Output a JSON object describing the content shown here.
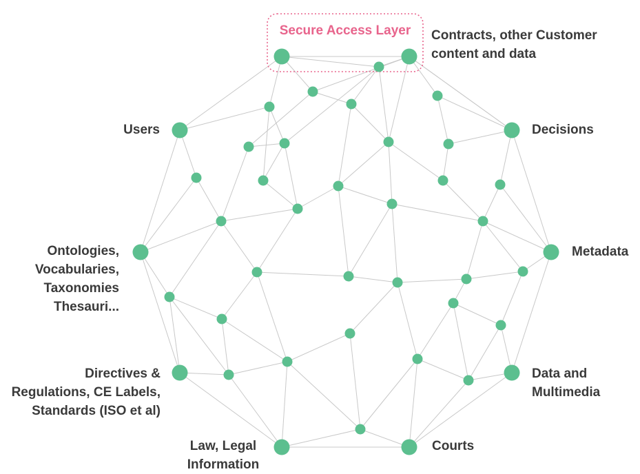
{
  "highlight_label": "Secure Access Layer",
  "labels": {
    "contracts": [
      "Contracts, other Customer",
      "content and data"
    ],
    "users": [
      "Users"
    ],
    "decisions": [
      "Decisions"
    ],
    "metadata": [
      "Metadata"
    ],
    "ontologies": [
      "Ontologies,",
      "Vocabularies,",
      "Taxonomies",
      "Thesauri..."
    ],
    "data_multimedia": [
      "Data and",
      "Multimedia"
    ],
    "directives": [
      "Directives &",
      "Regulations, CE Labels,",
      "Standards (ISO et al)"
    ],
    "courts": [
      "Courts"
    ],
    "law": [
      "Law, Legal",
      "Information"
    ]
  },
  "colors": {
    "node": "#5cbf8f",
    "edge": "#c8c8c8",
    "accent": "#e8648c",
    "text": "#3a3a3a"
  }
}
